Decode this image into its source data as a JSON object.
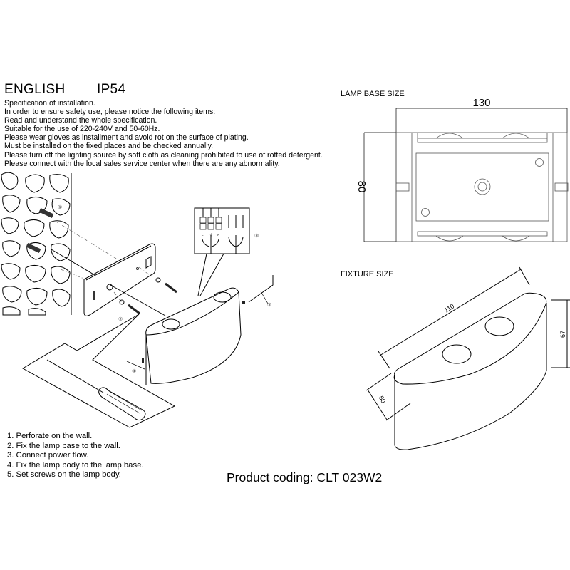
{
  "header": {
    "language": "ENGLISH",
    "rating": "IP54"
  },
  "specification": [
    "Specification of installation.",
    "In order to ensure safety use, please notice the following items:",
    "Read and understand the whole specification.",
    "Suitable for the use of 220-240V and 50-60Hz.",
    "Please wear gloves as installment and avoid rot on the surface of plating.",
    "Must be installed on the fixed places and be checked annually.",
    "Please turn off the lighting source by soft cloth as cleaning prohibited to use of rotted detergent.",
    "Please connect with the local sales service center when there are any abnormality."
  ],
  "steps": [
    "1. Perforate on the wall.",
    "2. Fix the lamp base to the wall.",
    "3. Connect power flow.",
    "4. Fix the lamp body to the lamp base.",
    "5. Set screws on the lamp body."
  ],
  "product_coding": "Product coding: CLT 023W2",
  "lamp_base": {
    "title": "LAMP BASE SIZE",
    "width": "130",
    "height": "80"
  },
  "fixture": {
    "title": "FIXTURE SIZE",
    "length": "110",
    "height": "67",
    "depth": "50"
  },
  "callouts": {
    "step1": "①",
    "step2": "②",
    "step3": "③",
    "step4": "④",
    "step5": "⑤"
  },
  "wiring": {
    "terminal_l": "L",
    "terminal_n": "N",
    "terminal_earth": "⏚"
  }
}
